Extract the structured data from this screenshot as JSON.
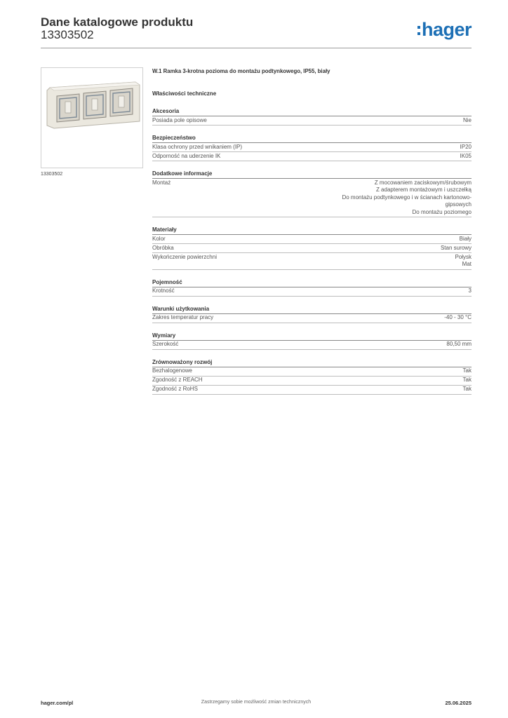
{
  "header": {
    "title": "Dane katalogowe produktu",
    "code": "13303502",
    "logo_text": "hager"
  },
  "image": {
    "caption": "13303502"
  },
  "product": {
    "title": "W.1 Ramka 3-krotna pozioma do montażu podtynkowego, IP55, biały",
    "props_title": "Właściwości techniczne"
  },
  "sections": [
    {
      "title": "Akcesoria",
      "rows": [
        {
          "label": "Posiada pole opisowe",
          "value": [
            "Nie"
          ]
        }
      ]
    },
    {
      "title": "Bezpieczeństwo",
      "rows": [
        {
          "label": "Klasa ochrony przed wnikaniem (IP)",
          "value": [
            "IP20"
          ]
        },
        {
          "label": "Odporność na uderzenie IK",
          "value": [
            "IK05"
          ]
        }
      ]
    },
    {
      "title": "Dodatkowe informacje",
      "rows": [
        {
          "label": "Montaż",
          "value": [
            "Z mocowaniem zaciskowym/śrubowym",
            "Z adapterem montażowym i uszczelką",
            "Do montażu podtynkowego i w ścianach kartonowo-",
            "gipsowych",
            "Do montażu poziomego"
          ]
        }
      ]
    },
    {
      "title": "Materiały",
      "rows": [
        {
          "label": "Kolor",
          "value": [
            "Biały"
          ]
        },
        {
          "label": "Obróbka",
          "value": [
            "Stan surowy"
          ]
        },
        {
          "label": "Wykończenie powierzchni",
          "value": [
            "Połysk",
            "Mat"
          ]
        }
      ]
    },
    {
      "title": "Pojemność",
      "rows": [
        {
          "label": "Krotność",
          "value": [
            "3"
          ]
        }
      ]
    },
    {
      "title": "Warunki użytkowania",
      "rows": [
        {
          "label": "Zakres temperatur pracy",
          "value": [
            "-40 - 30 °C"
          ]
        }
      ]
    },
    {
      "title": "Wymiary",
      "rows": [
        {
          "label": "Szerokość",
          "value": [
            "80,50 mm"
          ]
        }
      ]
    },
    {
      "title": "Zrównoważony rozwój",
      "rows": [
        {
          "label": "Bezhalogenowe",
          "value": [
            "Tak"
          ]
        },
        {
          "label": "Zgodność z REACH",
          "value": [
            "Tak"
          ]
        },
        {
          "label": "Zgodność z RoHS",
          "value": [
            "Tak"
          ]
        }
      ]
    }
  ],
  "footer": {
    "website": "hager.com/pl",
    "disclaimer": "Zastrzegamy sobie możliwość zmian technicznych",
    "date": "25.06.2025"
  },
  "colors": {
    "brand": "#1c6fb5"
  }
}
